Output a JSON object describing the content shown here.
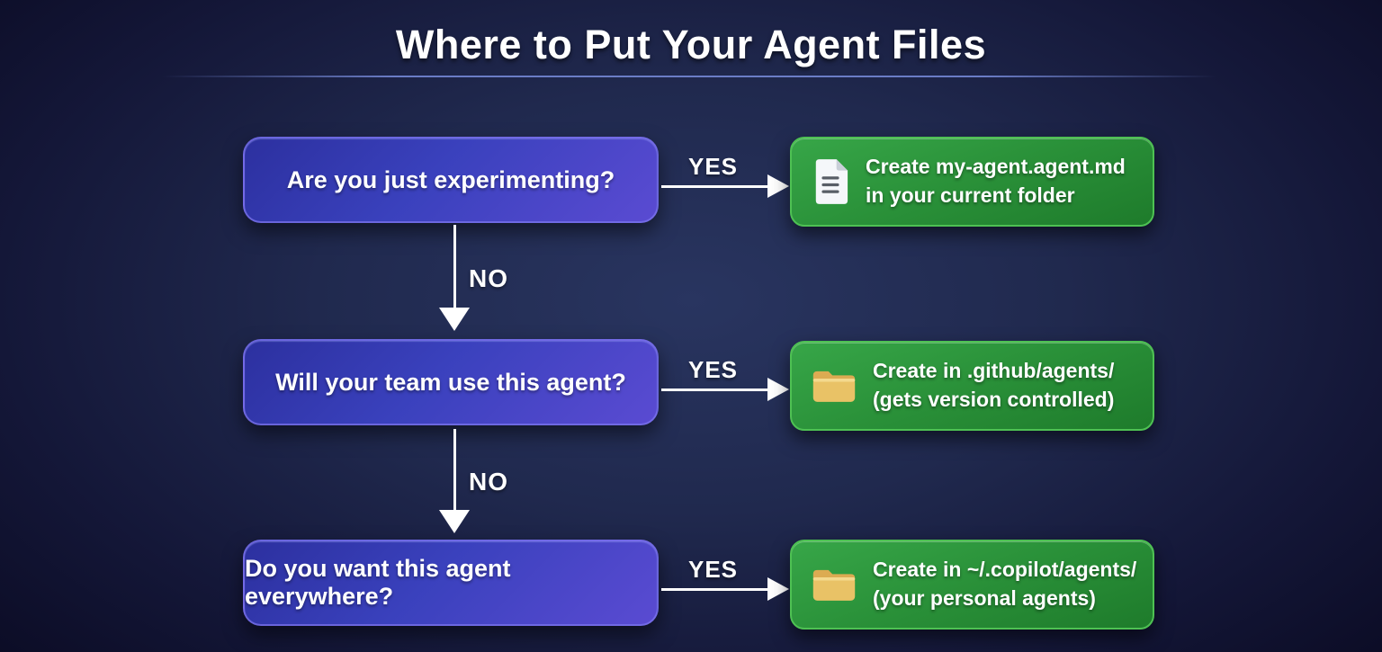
{
  "title": "Where to Put Your Agent Files",
  "colors": {
    "background_center": "#293560",
    "background_edge": "#0a0a22",
    "decision_fill_start": "#2c309f",
    "decision_fill_end": "#5a4bd2",
    "decision_border": "#7e76ee",
    "result_fill_start": "#37a648",
    "result_fill_end": "#1e7b2b",
    "result_border": "#4ec153",
    "arrow": "#ffffff",
    "folder_icon": "#e8c367",
    "document_icon": "#f5f7fa"
  },
  "flow": {
    "rows": [
      {
        "question": "Are you just experimenting?",
        "yes_label": "YES",
        "no_label": "NO",
        "icon": "document",
        "result_line1": "Create my-agent.agent.md",
        "result_line2": "in your current folder"
      },
      {
        "question": "Will your team use this agent?",
        "yes_label": "YES",
        "no_label": "NO",
        "icon": "folder",
        "result_line1": "Create in .github/agents/",
        "result_line2": "(gets version controlled)"
      },
      {
        "question": "Do you want this agent everywhere?",
        "yes_label": "YES",
        "icon": "folder",
        "result_line1": "Create in ~/.copilot/agents/",
        "result_line2": "(your personal agents)"
      }
    ]
  }
}
